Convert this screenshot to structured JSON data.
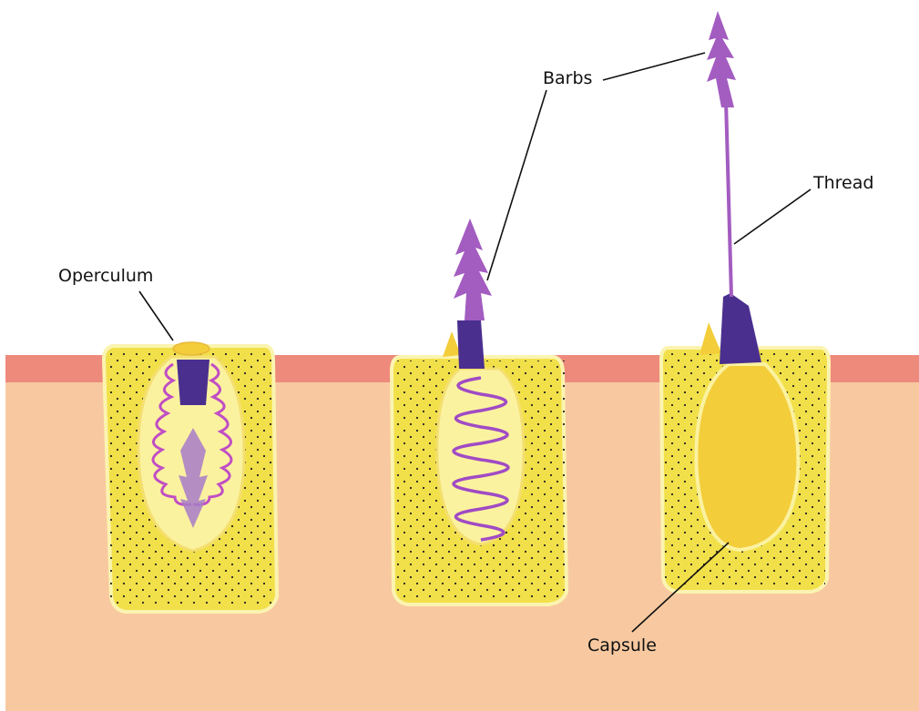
{
  "labels": {
    "operculum": "Operculum",
    "barbs": "Barbs",
    "thread": "Thread",
    "capsule": "Capsule"
  },
  "colors": {
    "background": "#ffffff",
    "tissue": "#f8c9a0",
    "surface_layer": "#ee8a7c",
    "cell_body": "#f2e04a",
    "cell_inner": "#fbf2a0",
    "capsule": "#f3cd3a",
    "thread_coil": "#c04ec4",
    "barbs": "#a35cc0",
    "operculum_plug": "#4a2f8f",
    "dots": "#222222",
    "leader_line": "#111111"
  }
}
